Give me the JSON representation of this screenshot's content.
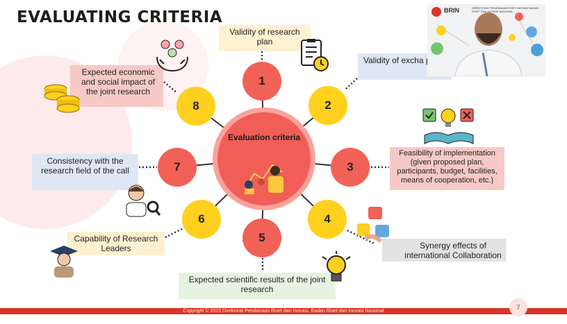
{
  "slide": {
    "title": "EVALUATING CRITERIA",
    "center_label": "Evaluation criteria",
    "page_number": "7",
    "footer": "Copyright © 2023 Direktorat Pendanaan Riset dan Inovasi, Badan Riset dan Inovasi Nasional"
  },
  "criteria": [
    {
      "number": "1",
      "label": "Validity of research plan"
    },
    {
      "number": "2",
      "label": "Validity of excha plan"
    },
    {
      "number": "3",
      "label": "Feasibility of implementation (given proposed plan, participants, budget, facilities, means of cooperation, etc.)"
    },
    {
      "number": "4",
      "label": "Synergy effects of international Collaboration"
    },
    {
      "number": "5",
      "label": "Expected scientific results of the joint research"
    },
    {
      "number": "6",
      "label": "Capability of Research Leaders"
    },
    {
      "number": "7",
      "label": "Consistency with the research field of the call"
    },
    {
      "number": "8",
      "label": "Expected economic and social impact of the joint research"
    }
  ],
  "video": {
    "org": "BRIN",
    "org_subtitle": "DIREKTORAT PENDANAAN RISET INOVASI BADAN RISET DAN INOVASI NASIONAL"
  },
  "colors": {
    "red": "#f26158",
    "yellow": "#ffd01e",
    "footer": "#d8352a"
  },
  "icons": [
    "people-hands-icon",
    "checklist-clock-icon",
    "book-ideas-icon",
    "puzzle-hands-icon",
    "lightbulb-icon",
    "scientist-icon",
    "graduate-icon",
    "coins-icon",
    "team-chart-icon"
  ]
}
